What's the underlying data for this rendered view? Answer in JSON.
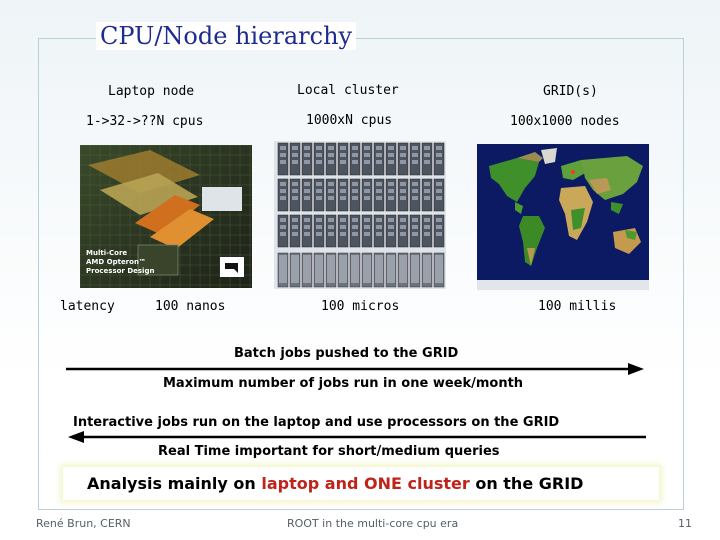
{
  "slide": {
    "title": "CPU/Node hierarchy",
    "columns": [
      {
        "name": "Laptop node",
        "cpus": "1->32->??N cpus"
      },
      {
        "name": "Local cluster",
        "cpus": "1000xN cpus"
      },
      {
        "name": "GRID(s)",
        "cpus": "100x1000 nodes"
      }
    ],
    "latency": {
      "label": "latency",
      "laptop": "100 nanos",
      "cluster": "100 micros",
      "grid": "100 millis"
    },
    "processor_image": {
      "brand_text": "Multi-Core",
      "product_text": "AMD Opteron™",
      "design_text": "Processor Design"
    },
    "arrows": [
      {
        "label": "Batch jobs pushed to the GRID",
        "direction": "right"
      },
      {
        "label": "Maximum number of jobs run in one week/month",
        "direction": "right"
      },
      {
        "label": "Interactive jobs run on the laptop and use processors on the GRID",
        "direction": "left"
      },
      {
        "label": "Real Time important for short/medium queries",
        "direction": "left"
      }
    ],
    "analysis": {
      "prefix": "Analysis mainly on ",
      "highlight": "laptop and ONE cluster",
      "suffix": " on the GRID"
    },
    "footer": {
      "author": "René Brun, CERN",
      "center": "ROOT in the multi-core cpu era",
      "page": "11"
    },
    "colors": {
      "title": "#1f2c8f",
      "highlight": "#c0231a",
      "arrow": "#000000"
    }
  }
}
